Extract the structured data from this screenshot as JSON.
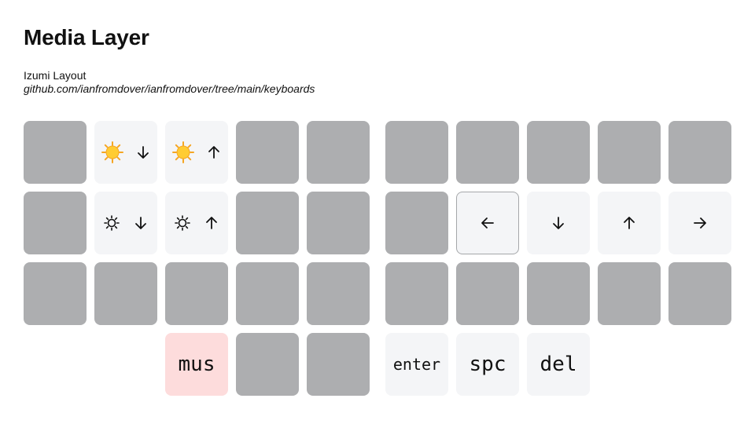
{
  "header": {
    "title": "Media Layer",
    "layout_name": "Izumi Layout",
    "url": "github.com/ianfromdover/ianfromdover/tree/main/keyboards"
  },
  "colors": {
    "blank_key": "#adaeb0",
    "light_key": "#f4f5f7",
    "highlight_key": "#fddcdc",
    "outline": "#a5a7aa"
  },
  "keys": {
    "brightness_down_sun": "sun-emoji-icon + arrow-down-icon",
    "brightness_up_sun": "sun-emoji-icon + arrow-up-icon",
    "brightness_down_outline": "sun-outline-icon + arrow-down-icon",
    "brightness_up_outline": "sun-outline-icon + arrow-up-icon",
    "mus": "mus",
    "enter": "enter",
    "spc": "spc",
    "del": "del"
  }
}
